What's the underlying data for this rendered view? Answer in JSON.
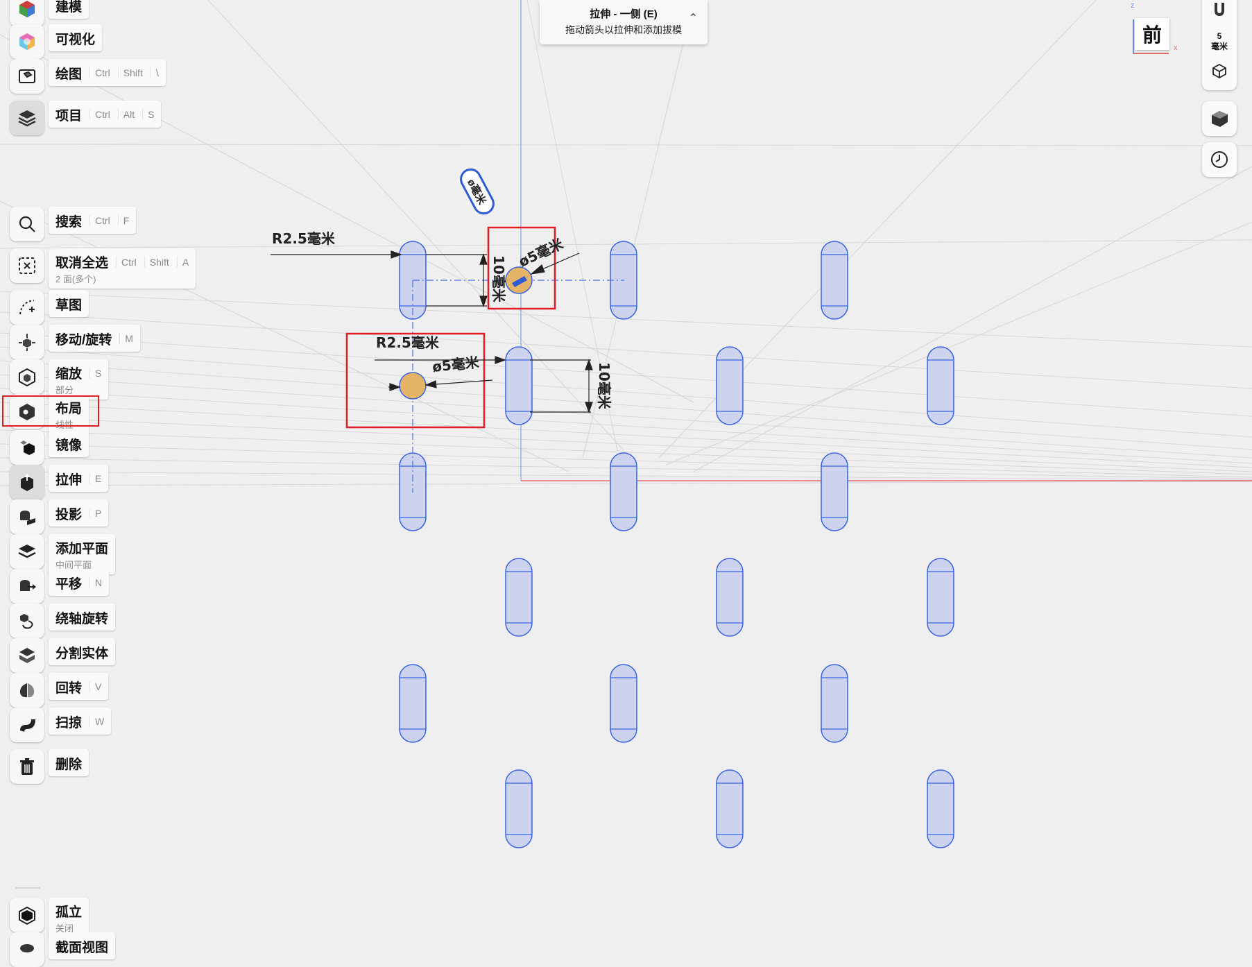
{
  "toolbar": {
    "model": {
      "label": "建模"
    },
    "visualize": {
      "label": "可视化"
    },
    "drawing": {
      "label": "绘图",
      "keys": [
        "Ctrl",
        "Shift",
        "\\"
      ]
    },
    "project": {
      "label": "项目",
      "keys": [
        "Ctrl",
        "Alt",
        "S"
      ]
    },
    "search": {
      "label": "搜索",
      "keys": [
        "Ctrl",
        "F"
      ]
    },
    "deselect": {
      "label": "取消全选",
      "keys": [
        "Ctrl",
        "Shift",
        "A"
      ],
      "sub": "2 面(多个)"
    },
    "sketch": {
      "label": "草图"
    },
    "move": {
      "label": "移动/旋转",
      "key": "M"
    },
    "scale": {
      "label": "缩放",
      "key": "S",
      "sub": "部分"
    },
    "layout": {
      "label": "布局",
      "sub": "线性"
    },
    "mirror": {
      "label": "镜像"
    },
    "extrude": {
      "label": "拉伸",
      "key": "E"
    },
    "project2": {
      "label": "投影",
      "key": "P"
    },
    "plane": {
      "label": "添加平面",
      "sub": "中间平面"
    },
    "translate": {
      "label": "平移",
      "key": "N"
    },
    "axisrot": {
      "label": "绕轴旋转"
    },
    "split": {
      "label": "分割实体"
    },
    "revolve": {
      "label": "回转",
      "key": "V"
    },
    "sweep": {
      "label": "扫掠",
      "key": "W"
    },
    "delete": {
      "label": "删除"
    },
    "isolate": {
      "label": "孤立",
      "sub": "关闭"
    },
    "section": {
      "label": "截面视图"
    }
  },
  "tooltip": {
    "title": "拉伸 - 一侧 (E)",
    "desc": "拖动箭头以拉伸和添加拔模"
  },
  "viewcube": {
    "label": "前",
    "axis_z": "z",
    "axis_x": "x"
  },
  "snap": {
    "value": "5",
    "unit": "毫米"
  },
  "dimensions": {
    "r_top": "R2.5毫米",
    "dia_top": "ø5毫米",
    "len_top": "10毫米",
    "r_mid": "R2.5毫米",
    "dia_mid": "ø5毫米",
    "len_mid": "10毫米",
    "badge": "ø毫米"
  },
  "colors": {
    "slot_fill": "#cdd3ee",
    "slot_stroke": "#3a63e6",
    "highlight_box": "#e11d24",
    "hole_fill": "#e6b466"
  }
}
